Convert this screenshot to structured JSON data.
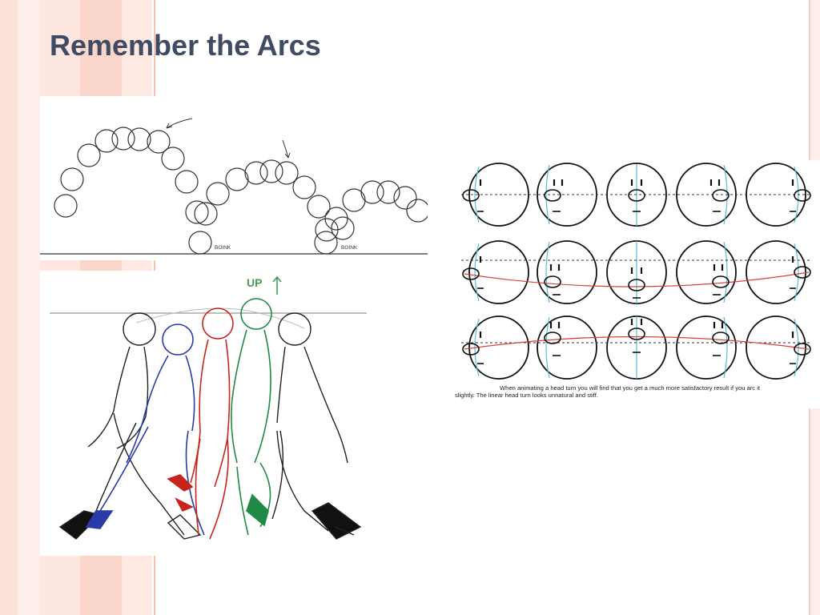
{
  "slide": {
    "title": "Remember the Arcs"
  },
  "bounce_figure": {
    "impact_labels": [
      "BOINK",
      "BOINK"
    ]
  },
  "walk_figure": {
    "label": "UP"
  },
  "head_turn_figure": {
    "caption_line1": "When animating a head turn you will find that you get a much more satisfactory result if you arc it",
    "caption_line2": "slightly. The linear head turn looks unnatural and stiff."
  },
  "colors": {
    "title": "#3f4a63",
    "stripe_accent": "#fad6ca",
    "arc_line": "#d9413a",
    "guide_line": "#5bbbd8"
  }
}
